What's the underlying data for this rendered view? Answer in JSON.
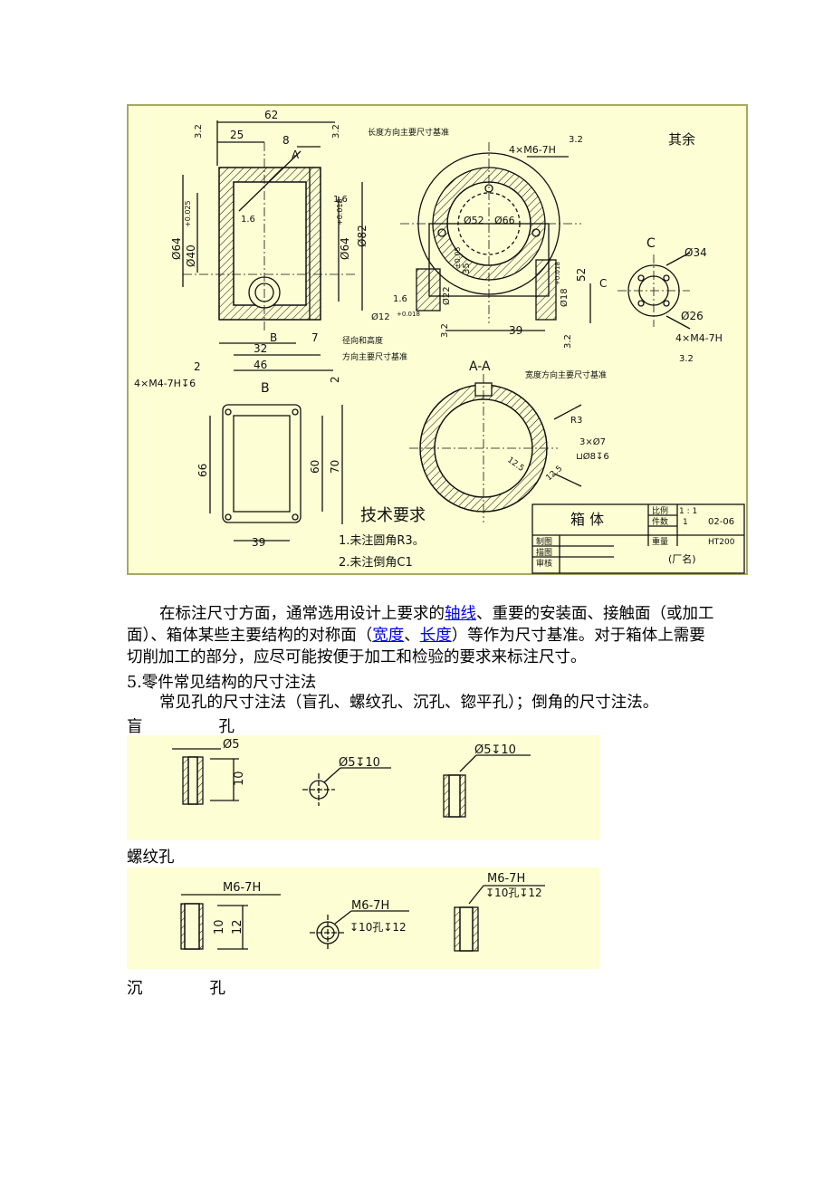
{
  "drawing": {
    "colors": {
      "background": "#fefed4",
      "ink": "#111111",
      "border": "#a8a860"
    },
    "dims": {
      "d62": "62",
      "d25": "25",
      "d8": "8",
      "dA": "A",
      "d32a": "3.2",
      "d32b": "3.2",
      "lengthDatum": "长度方向主要尺寸基准",
      "tapHole": "4×M6-7H",
      "tapRough": "3.2",
      "qiyu": "其余",
      "phi64": "Ø64",
      "phi40": "Ø40",
      "tol40": "+0.025",
      "phi64b": "Ø64",
      "tol64": "+0.018",
      "phi82": "Ø82",
      "r16a": "1.6",
      "r16b": "1.6",
      "r16c": "1.6",
      "phi52": "Ø52",
      "phi66": "Ø66",
      "dim35": "35",
      "tol35": "±0.05",
      "phi22": "Ø22",
      "phi12": "Ø12",
      "tol12": "+0.018",
      "phi18": "Ø18",
      "tol18": "+0.018",
      "d52": "52",
      "d39top": "39",
      "d32bot": "3.2",
      "d32bot2": "3.2",
      "radialDatum1": "径向和高度",
      "radialDatum2": "方向主要尺寸基准",
      "widthDatum": "宽度方向主要尺寸基准",
      "dB": "B",
      "d7": "7",
      "d32": "32",
      "d46": "46",
      "d2": "2",
      "sectionAA": "A-A",
      "dC": "C",
      "phi34": "Ø34",
      "phi26": "Ø26",
      "m4holes": "4×M4-7H",
      "m4rough": "3.2",
      "viewB": "B",
      "viewC": "C",
      "m4depth": "4×M4-7H↧6",
      "d2b": "2",
      "d66": "66",
      "d60": "60",
      "d70": "70",
      "d39bot": "39",
      "r3": "R3",
      "drill": "3×Ø7",
      "cbore": "⊔Ø8↧6",
      "r12a": "12.5",
      "r12b": "12.5",
      "tech": "技术要求",
      "tech1": "1.未注圆角R3。",
      "tech2": "2.未注倒角C1"
    },
    "titleBlock": {
      "name": "箱 体",
      "scaleLabel": "比例",
      "scaleVal": "1 : 1",
      "drawingNo": "02-06",
      "qtyLabel": "件数",
      "qtyVal": "1",
      "matLabel": "重量",
      "matVal": "HT200",
      "draw": "制图",
      "trace": "描图",
      "check": "审核",
      "factory": "(厂名)"
    }
  },
  "text": {
    "p1a": "在标注尺寸方面，通常选用设计上要求的",
    "link1": "轴线",
    "p1b": "、重要的安装面、接触面（或加工面）、箱体某些主要结构的对称面（",
    "link2": "宽度",
    "sep": "、",
    "link3": "长度",
    "p1c": "）等作为尺寸基准。对于箱体上需要切削加工的部分，应尽可能按便于加工和检验的要求来标注尺寸。",
    "heading5": "5.零件常见结构的尺寸注法",
    "p2": "常见孔的尺寸注法（盲孔、螺纹孔、沉孔、锪平孔）；倒角的尺寸注法。",
    "blind1": "盲",
    "blind2": "孔",
    "thread": "螺纹孔",
    "counter1": "沉",
    "counter2": "孔"
  },
  "blindHoles": {
    "phi5": "Ø5",
    "d10": "10",
    "phi5d": "Ø5↧10",
    "phi5d2": "Ø5↧10"
  },
  "threadHoles": {
    "m6": "M6-7H",
    "d10": "10",
    "d12": "12",
    "m6b": "M6-7H",
    "depthB": "↧10孔↧12",
    "m6c": "M6-7H",
    "depthC": "↧10孔↧12"
  }
}
